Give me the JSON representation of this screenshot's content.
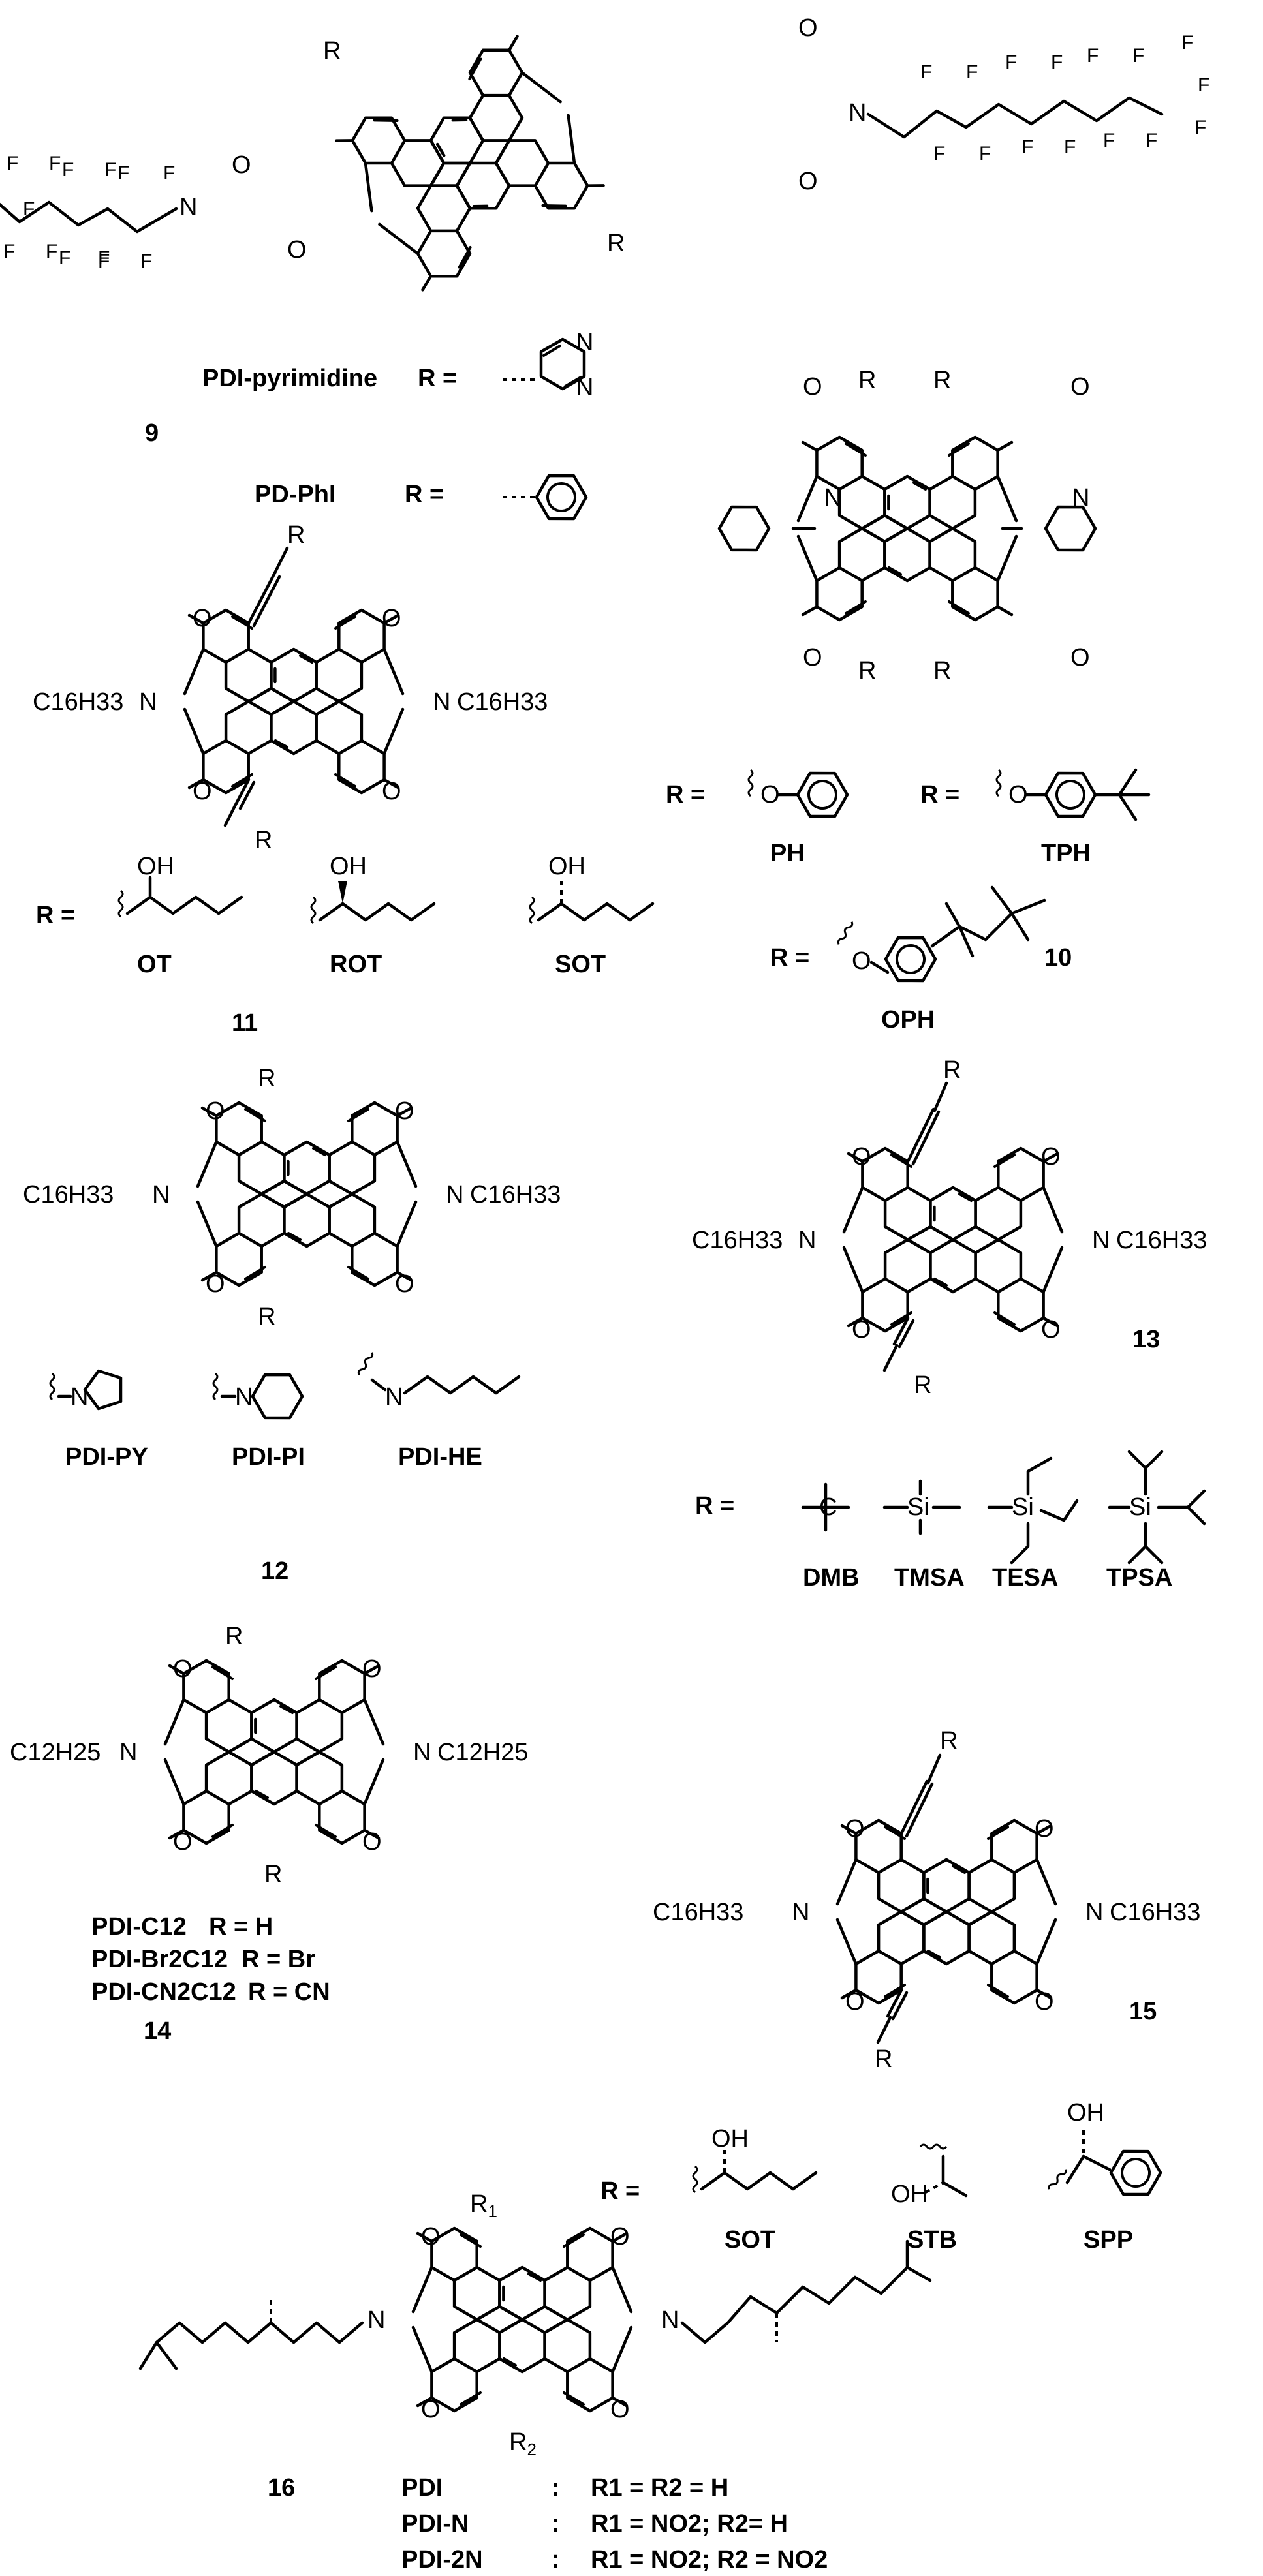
{
  "figure": {
    "atoms": {
      "o": "O",
      "n": "N",
      "r": "R",
      "f": "F",
      "oh": "OH",
      "si": "Si",
      "c": "C"
    },
    "compounds": [
      {
        "number": "9",
        "alkyl": "",
        "variants": [
          {
            "name": "PDI-pyrimidine",
            "r": "R ="
          },
          {
            "name": "PD-PhI",
            "r": "R ="
          }
        ]
      },
      {
        "number": "10",
        "alkyl": "",
        "variants": [
          {
            "name": "PH"
          },
          {
            "name": "TPH"
          },
          {
            "name": "OPH"
          }
        ],
        "r": "R ="
      },
      {
        "number": "11",
        "alkyl": "C16H33",
        "variants": [
          {
            "name": "OT"
          },
          {
            "name": "ROT"
          },
          {
            "name": "SOT"
          }
        ],
        "r": "R ="
      },
      {
        "number": "12",
        "alkyl": "C16H33",
        "variants": [
          {
            "name": "PDI-PY"
          },
          {
            "name": "PDI-PI"
          },
          {
            "name": "PDI-HE"
          }
        ]
      },
      {
        "number": "13",
        "alkyl": "C16H33",
        "variants": [
          {
            "name": "DMB"
          },
          {
            "name": "TMSA"
          },
          {
            "name": "TESA"
          },
          {
            "name": "TPSA"
          }
        ],
        "r": "R ="
      },
      {
        "number": "14",
        "alkyl": "C12H25",
        "variants": [
          {
            "name": "PDI-C12",
            "r": "R = H"
          },
          {
            "name": "PDI-Br2C12",
            "r": "R = Br"
          },
          {
            "name": "PDI-CN2C12",
            "r": "R = CN"
          }
        ]
      },
      {
        "number": "15",
        "alkyl": "C16H33",
        "variants": [
          {
            "name": "SOT"
          },
          {
            "name": "STB"
          },
          {
            "name": "SPP"
          }
        ],
        "r": "R ="
      },
      {
        "number": "16",
        "alkyl": "",
        "variants": [
          {
            "name": "PDI",
            "sep": ":",
            "r": "R1 = R2 = H"
          },
          {
            "name": "PDI-N",
            "sep": ":",
            "r": "R1 = NO2; R2= H"
          },
          {
            "name": "PDI-2N",
            "sep": ":",
            "r": "R1 = NO2; R2 = NO2"
          }
        ]
      }
    ]
  }
}
